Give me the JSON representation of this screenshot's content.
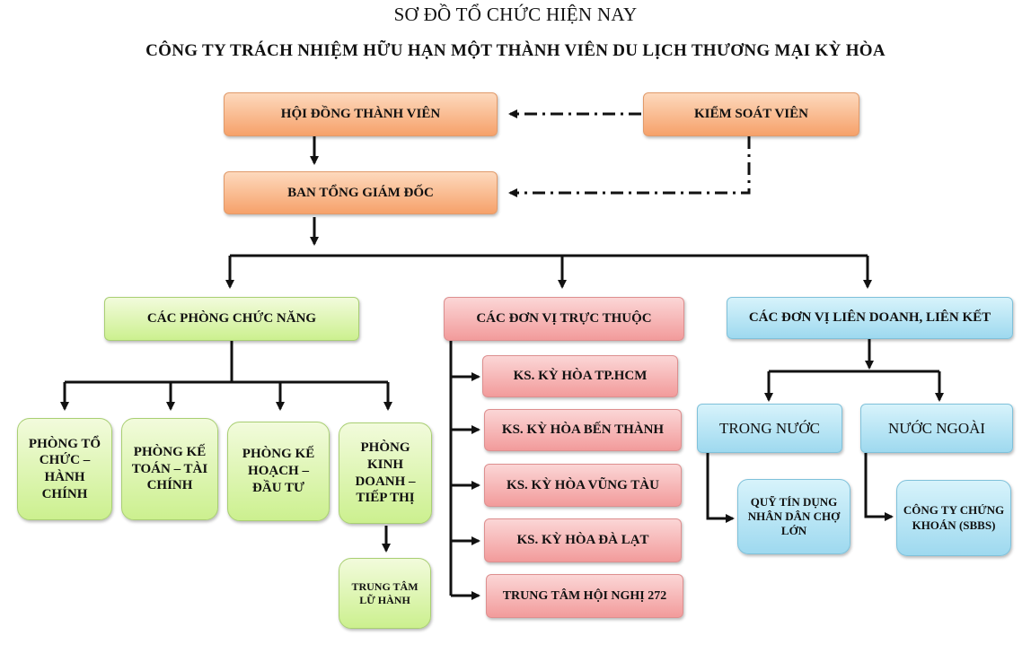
{
  "title": "SƠ ĐỒ TỔ CHỨC HIỆN NAY",
  "subtitle": "CÔNG TY TRÁCH NHIỆM HỮU HẠN MỘT THÀNH VIÊN DU LỊCH THƯƠNG MẠI KỲ HÒA",
  "top": {
    "hoi_dong": "HỘI ĐỒNG THÀNH VIÊN",
    "kiem_soat": "KIỂM SOÁT VIÊN",
    "ban_tgd": "BAN TỔNG GIÁM ĐỐC"
  },
  "groups": {
    "phong_chuc_nang": "CÁC PHÒNG CHỨC NĂNG",
    "don_vi_truc_thuoc": "CÁC ĐƠN VỊ TRỰC THUỘC",
    "lien_doanh": "CÁC ĐƠN VỊ LIÊN DOANH, LIÊN KẾT"
  },
  "departments": [
    "PHÒNG TỔ CHỨC – HÀNH CHÍNH",
    "PHÒNG KẾ TOÁN – TÀI CHÍNH",
    "PHÒNG KẾ HOẠCH –ĐẦU TƯ",
    "PHÒNG KINH DOANH – TIẾP THỊ"
  ],
  "sub_department": "TRUNG TÂM LỮ HÀNH",
  "units": [
    "KS. KỲ HÒA TP.HCM",
    "KS. KỲ HÒA BẾN THÀNH",
    "KS. KỲ HÒA VŨNG TÀU",
    "KS. KỲ HÒA ĐÀ LẠT",
    "TRUNG TÂM HỘI NGHỊ 272"
  ],
  "joint": {
    "trong_nuoc": "TRONG NƯỚC",
    "nuoc_ngoai": "NƯỚC NGOÀI",
    "quy_tin_dung": "QUỸ TÍN DỤNG NHÂN DÂN CHỢ LỚN",
    "cong_ty_ck": "CÔNG TY CHỨNG KHOÁN (SBBS)"
  },
  "colors": {
    "orange": "#f6a16a",
    "green": "#ccf08f",
    "red": "#f29b9b",
    "blue": "#9ed9ef",
    "line": "#111111"
  }
}
